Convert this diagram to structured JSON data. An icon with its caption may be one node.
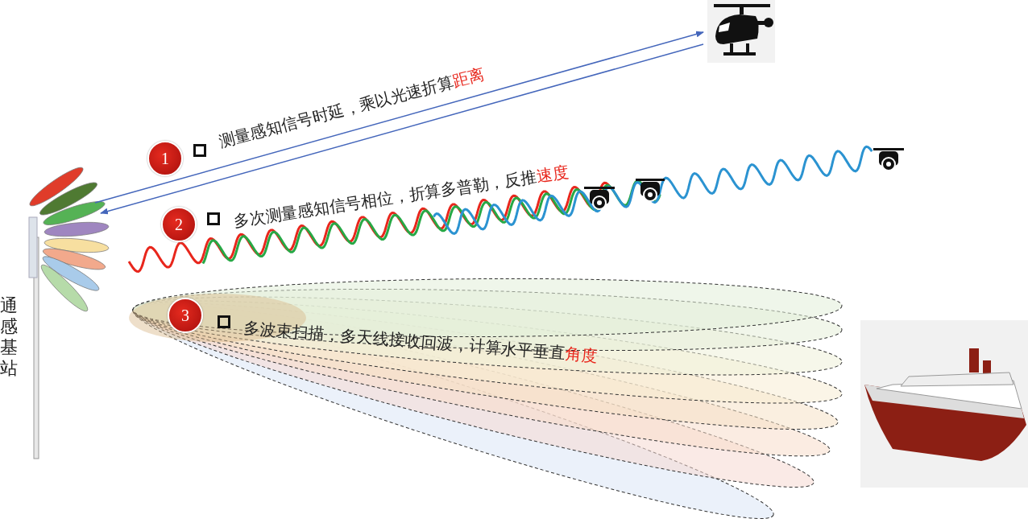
{
  "diagram": {
    "nodes": [
      {
        "text": [
          "通感基站"
        ]
      },
      {
        "text": [],
        "shape": "picture"
      },
      {
        "text": [],
        "shape": "picture"
      },
      {
        "text": [],
        "shape": "picture"
      },
      {
        "text": [],
        "shape": "picture"
      },
      {
        "text": [],
        "shape": "picture"
      }
    ],
    "edges": [
      {
        "from": 0,
        "to": 1,
        "arrow": "to"
      },
      {
        "from": 1,
        "to": 0,
        "arrow": "to"
      }
    ],
    "labels": [
      "1",
      "测量感知信号时延，乘以光速折算**距离**",
      "2",
      "多次测量感知信号相位，折算多普勒，反推**速度**",
      "3",
      "多波束扫描，多天线接收回波，计算水平垂直**角度**"
    ]
  }
}
